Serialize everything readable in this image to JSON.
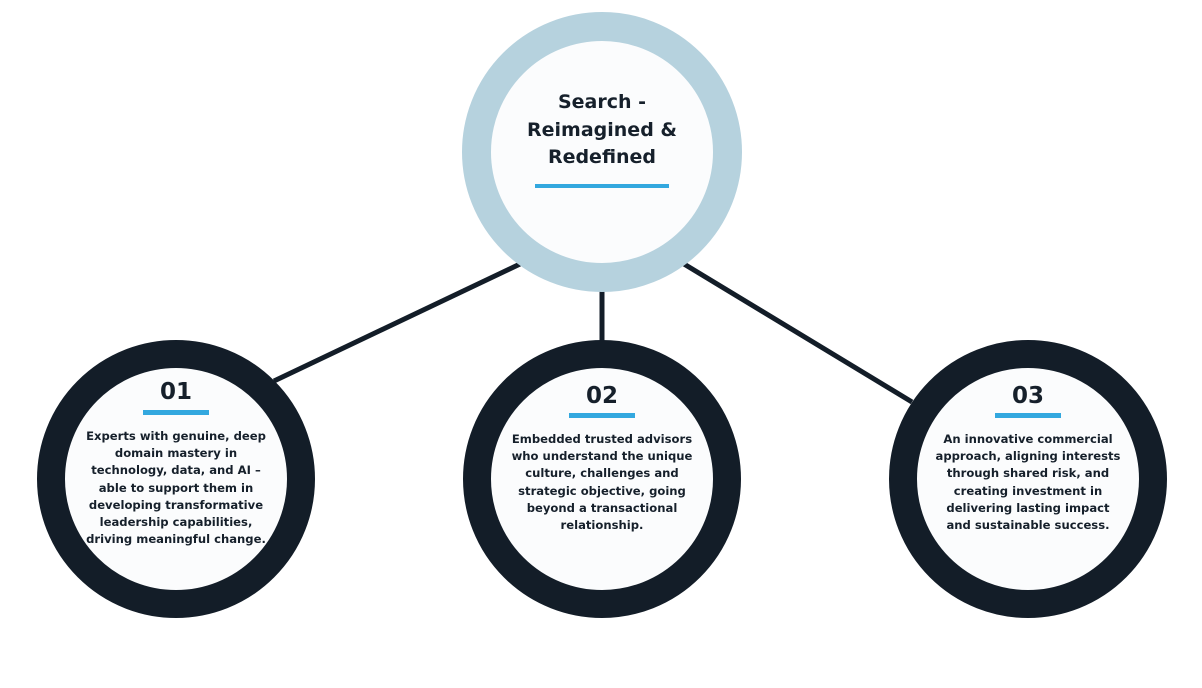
{
  "hub": {
    "title": "Search -\nReimagined &\nRedefined"
  },
  "nodes": [
    {
      "number": "01",
      "text": "Experts with genuine, deep domain mastery in technology, data, and AI – able to support them in developing transformative leadership capabilities, driving meaningful change."
    },
    {
      "number": "02",
      "text": "Embedded trusted advisors who understand the unique culture, challenges and strategic objective, going beyond a transactional relationship."
    },
    {
      "number": "03",
      "text": "An innovative commercial approach, aligning interests through shared risk, and creating investment in delivering lasting impact and sustainable success."
    }
  ],
  "colors": {
    "hub_ring": "#b6d2de",
    "node_ring": "#131d28",
    "accent": "#33a8df",
    "connector": "#131d28",
    "text": "#16202b"
  }
}
